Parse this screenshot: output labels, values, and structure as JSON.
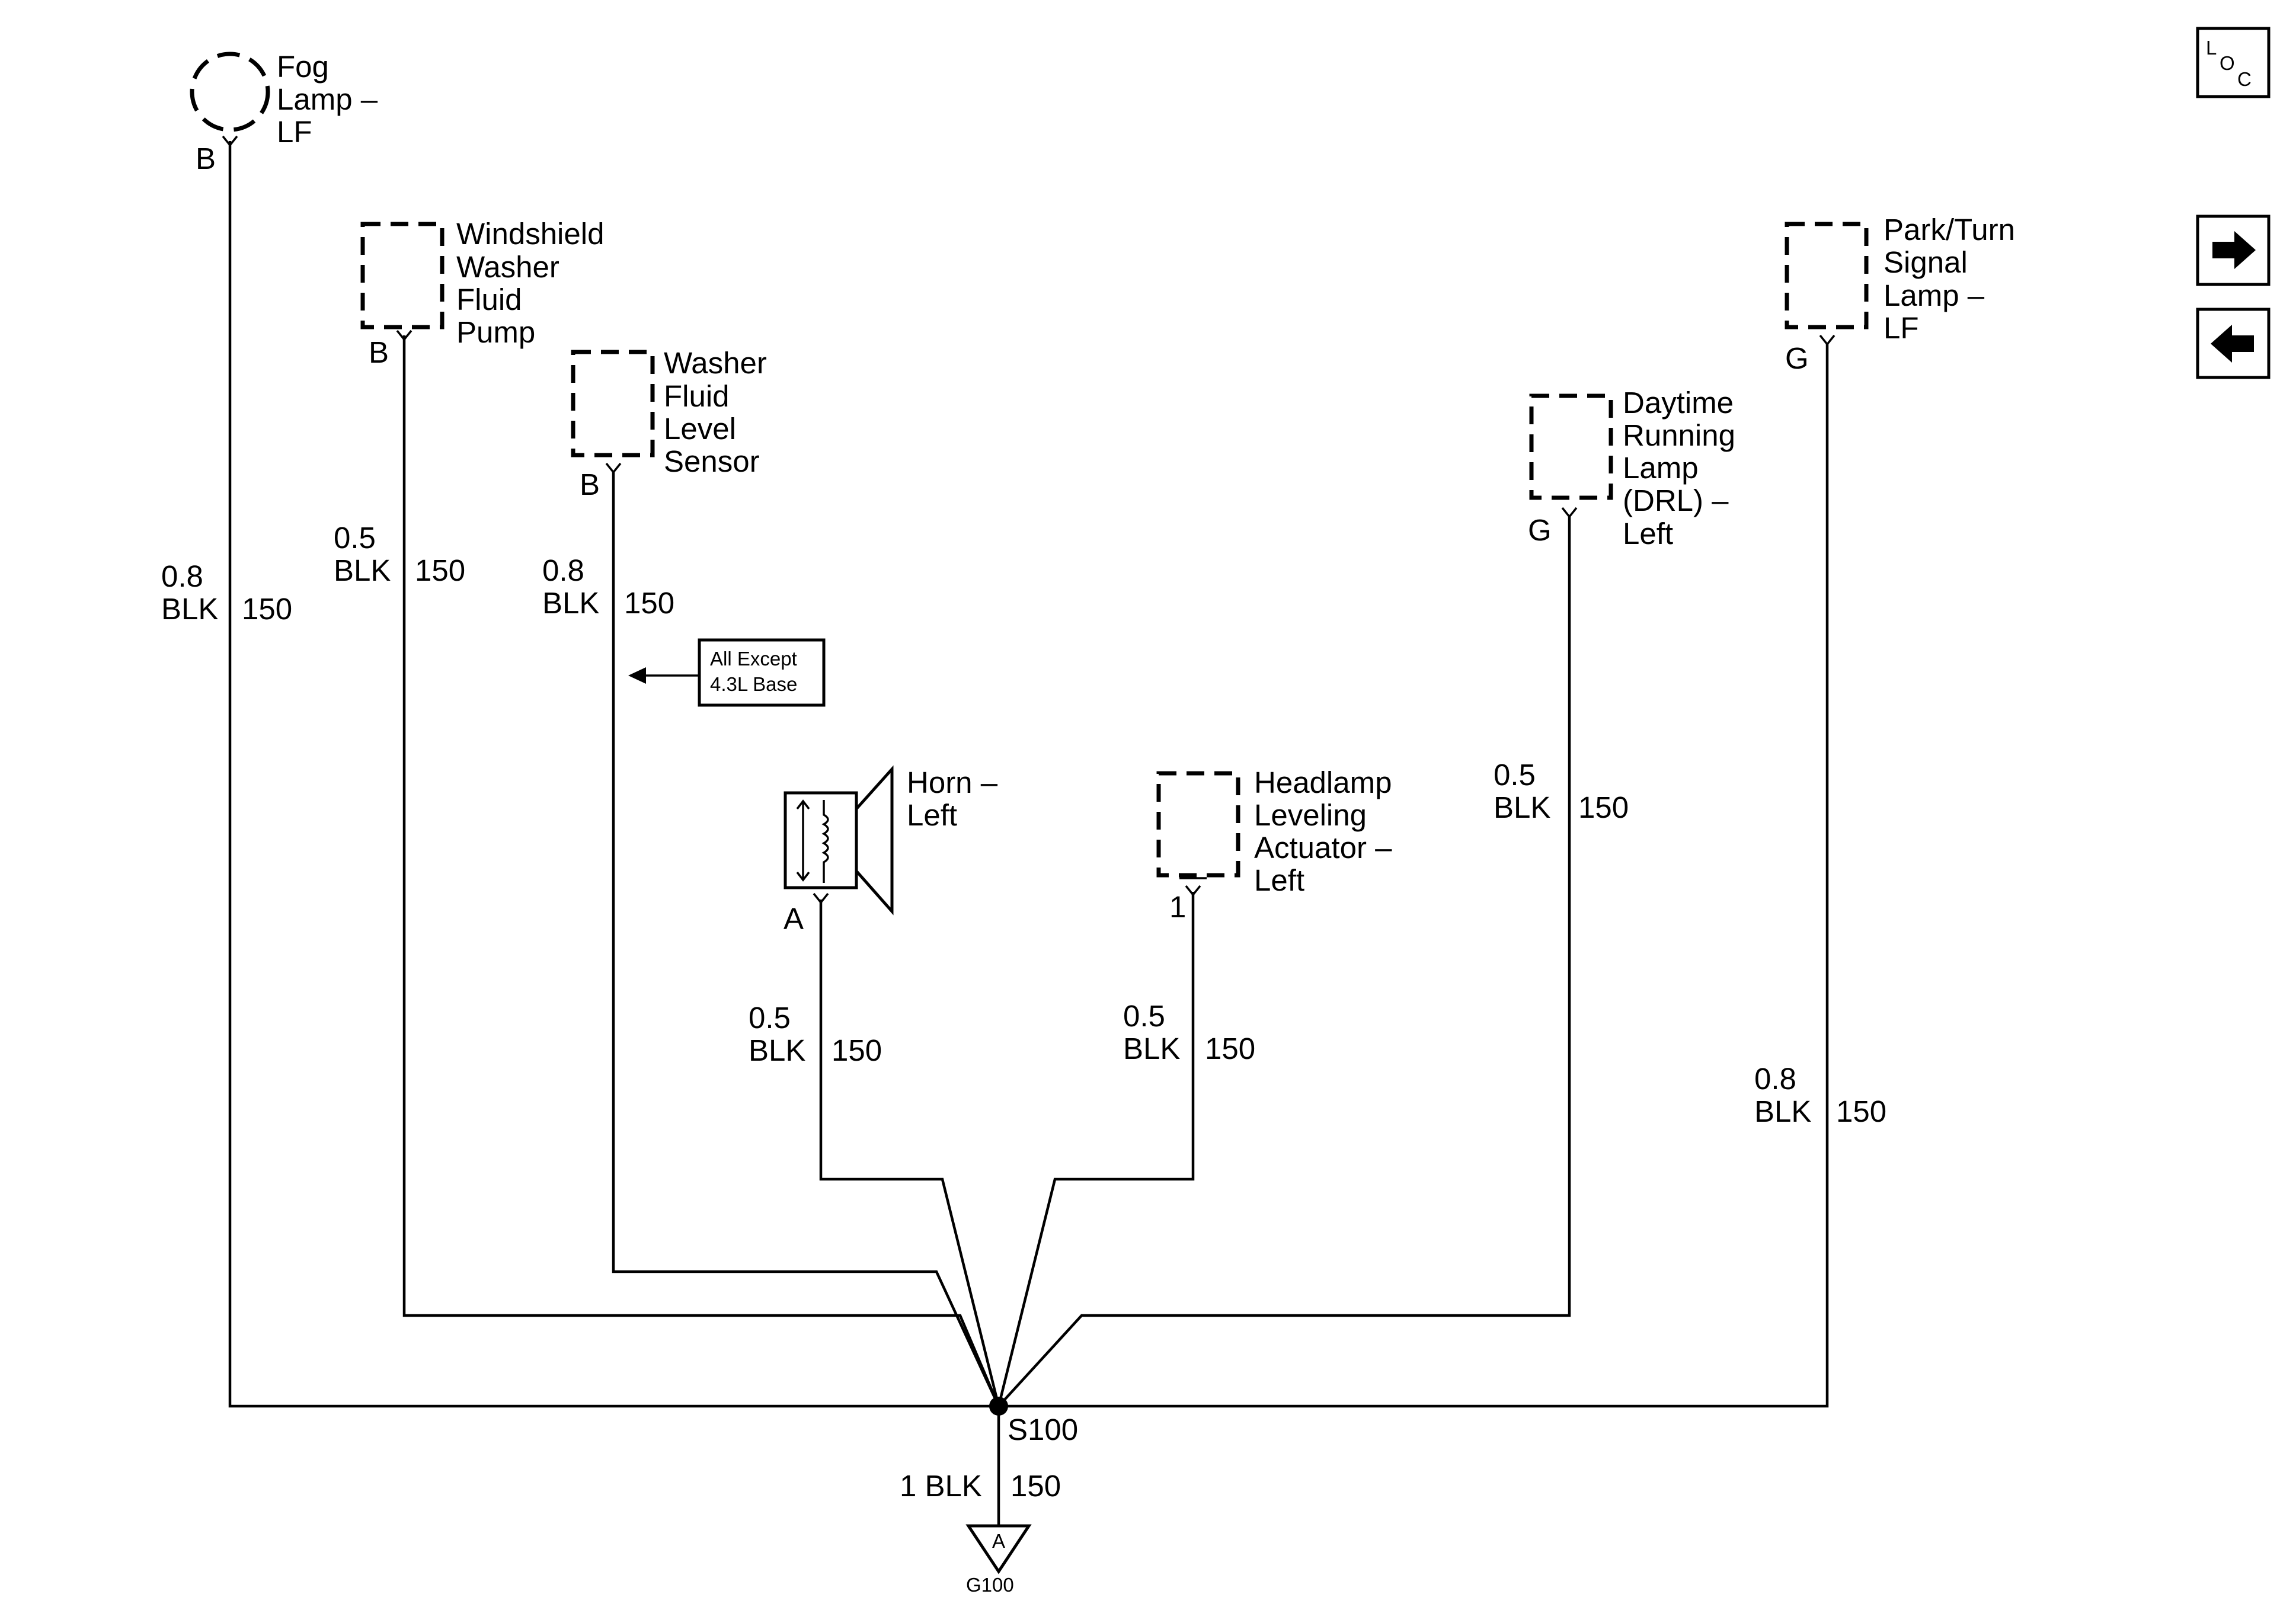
{
  "components": {
    "fog_lamp": {
      "label": [
        "Fog",
        "Lamp –",
        "LF"
      ],
      "pin": "B"
    },
    "washer_pump": {
      "label": [
        "Windshield",
        "Washer",
        "Fluid",
        "Pump"
      ],
      "pin": "B"
    },
    "washer_sensor": {
      "label": [
        "Washer",
        "Fluid",
        "Level",
        "Sensor"
      ],
      "pin": "B"
    },
    "horn": {
      "label": [
        "Horn –",
        "Left"
      ],
      "pin": "A"
    },
    "headlamp_actuator": {
      "label": [
        "Headlamp",
        "Leveling",
        "Actuator –",
        "Left"
      ],
      "pin": "1"
    },
    "drl_lamp": {
      "label": [
        "Daytime",
        "Running",
        "Lamp",
        "(DRL) –",
        "Left"
      ],
      "pin": "G"
    },
    "park_turn_lamp": {
      "label": [
        "Park/Turn",
        "Signal",
        "Lamp –",
        "LF"
      ],
      "pin": "G"
    }
  },
  "wires": {
    "fog_lamp": {
      "size": "0.8",
      "color": "BLK",
      "circuit": "150"
    },
    "washer_pump": {
      "size": "0.5",
      "color": "BLK",
      "circuit": "150"
    },
    "washer_sensor": {
      "size": "0.8",
      "color": "BLK",
      "circuit": "150"
    },
    "horn": {
      "size": "0.5",
      "color": "BLK",
      "circuit": "150"
    },
    "headlamp_actuator": {
      "size": "0.5",
      "color": "BLK",
      "circuit": "150"
    },
    "drl_lamp": {
      "size": "0.5",
      "color": "BLK",
      "circuit": "150"
    },
    "park_turn_lamp": {
      "size": "0.8",
      "color": "BLK",
      "circuit": "150"
    },
    "ground": {
      "label": "1 BLK",
      "circuit": "150"
    }
  },
  "option_note": [
    "All Except",
    "4.3L Base"
  ],
  "splice": "S100",
  "ground": {
    "pin": "A",
    "name": "G100"
  },
  "loc_button": {
    "letters": [
      "L",
      "O",
      "C"
    ]
  },
  "nav": {
    "next_icon": "right-arrow-icon",
    "prev_icon": "left-arrow-icon"
  }
}
